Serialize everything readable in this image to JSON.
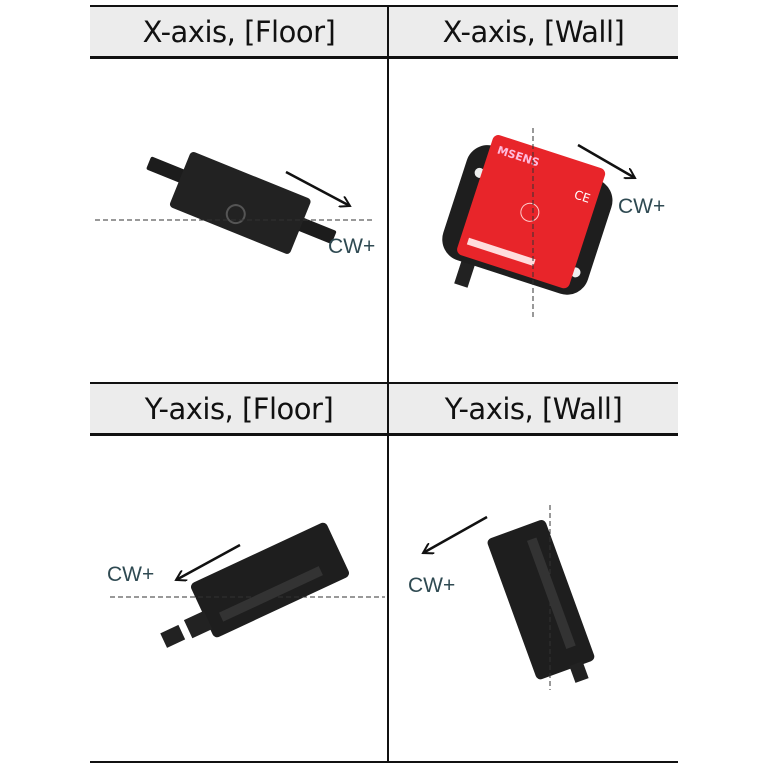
{
  "headers": [
    "X-axis, [Floor]",
    "X-axis, [Wall]",
    "Y-axis, [Floor]",
    "Y-axis, [Wall]"
  ],
  "rotation_label": "CW+",
  "device_logo": "MSENS",
  "colors": {
    "header_bg": "#ececec",
    "device_red": "#e8252a",
    "device_black": "#1c1c1c",
    "label": "#2f4a52"
  }
}
